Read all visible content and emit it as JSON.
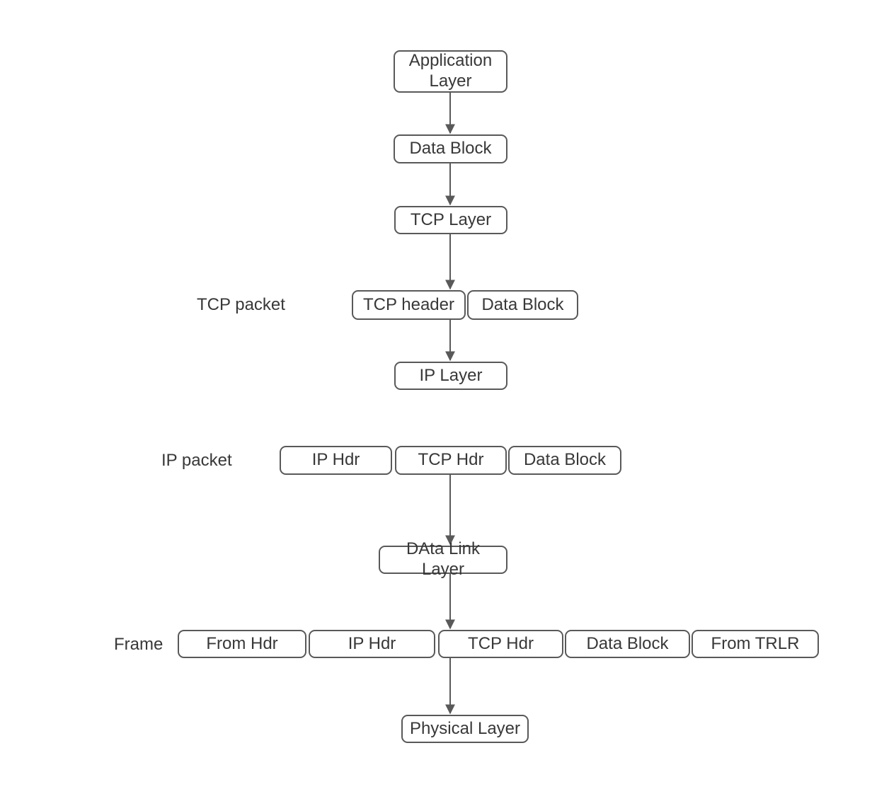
{
  "diagram_title": "TCP/IP data encapsulation flow",
  "colors": {
    "border": "#595959",
    "fill": "#ffffff",
    "text": "#383838",
    "arrow": "#595959",
    "bg": "#ffffff"
  },
  "nodes": {
    "application_layer": "Application Layer",
    "data_block_top": "Data Block",
    "tcp_layer": "TCP Layer",
    "tcp_header": "TCP header",
    "tcp_packet_data_block": "Data Block",
    "ip_layer": "IP Layer",
    "ip_hdr": "IP Hdr",
    "tcp_hdr": "TCP Hdr",
    "ip_packet_data_block": "Data Block",
    "data_link_layer": "DAta Link Layer",
    "frame_from_hdr": "From Hdr",
    "frame_ip_hdr": "IP Hdr",
    "frame_tcp_hdr": "TCP Hdr",
    "frame_data_block": "Data Block",
    "frame_from_trlr": "From TRLR",
    "physical_layer": "Physical Layer"
  },
  "row_labels": {
    "tcp_packet": "TCP packet",
    "ip_packet": "IP packet",
    "frame": "Frame"
  }
}
